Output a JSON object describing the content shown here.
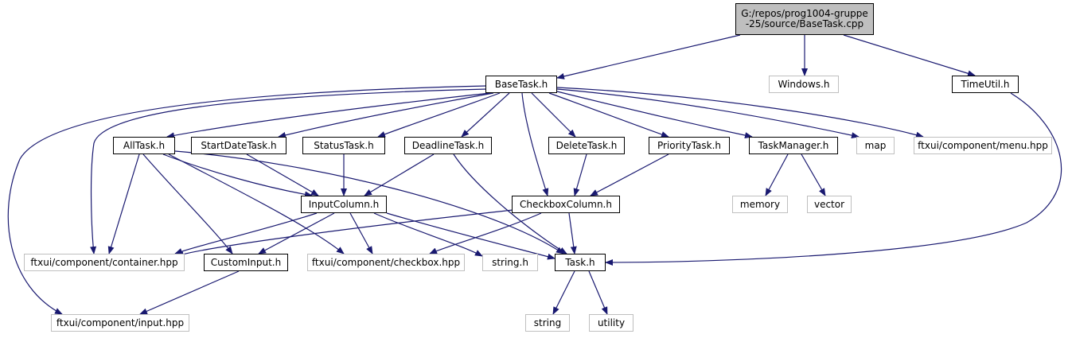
{
  "colors": {
    "edge": "#191970",
    "node_border": "#000000",
    "system_border": "#bfbfbf",
    "root_fill": "#bfbfbf"
  },
  "nodes": {
    "root": {
      "line1": "G:/repos/prog1004-gruppe",
      "line2": "-25/source/BaseTask.cpp"
    },
    "basetask": "BaseTask.h",
    "windows": "Windows.h",
    "timeutil": "TimeUtil.h",
    "alltask": "AllTask.h",
    "startdatetask": "StartDateTask.h",
    "statustask": "StatusTask.h",
    "deadlinetask": "DeadlineTask.h",
    "deletetask": "DeleteTask.h",
    "prioritytask": "PriorityTask.h",
    "taskmanager": "TaskManager.h",
    "map": "map",
    "menu": "ftxui/component/menu.hpp",
    "inputcolumn": "InputColumn.h",
    "checkboxcolumn": "CheckboxColumn.h",
    "memory": "memory",
    "vector": "vector",
    "container": "ftxui/component/container.hpp",
    "custominput": "CustomInput.h",
    "checkbox": "ftxui/component/checkbox.hpp",
    "stringh": "string.h",
    "taskh": "Task.h",
    "inputhpp": "ftxui/component/input.hpp",
    "string": "string",
    "utility": "utility"
  }
}
